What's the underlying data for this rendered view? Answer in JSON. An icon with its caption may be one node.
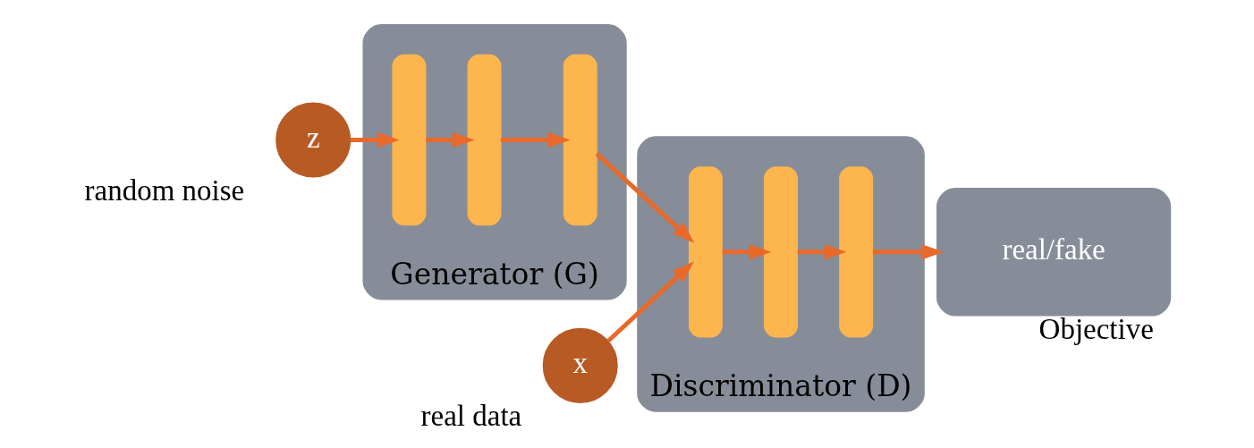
{
  "diagram": {
    "nodes": [
      {
        "text": [
          "z"
        ],
        "beside": [
          "random noise"
        ]
      },
      {
        "text": [
          "Generator (G)"
        ]
      },
      {
        "text": [],
        "shape": "bar",
        "in": 1
      },
      {
        "text": [],
        "shape": "bar",
        "in": 1
      },
      {
        "text": [],
        "shape": "bar",
        "in": 1
      },
      {
        "text": [
          "x"
        ],
        "beside": [
          "real data"
        ]
      },
      {
        "text": [
          "Discriminator (D)"
        ]
      },
      {
        "text": [],
        "shape": "bar",
        "in": 6
      },
      {
        "text": [],
        "shape": "bar",
        "in": 6
      },
      {
        "text": [],
        "shape": "bar",
        "in": 6
      },
      {
        "text": [
          "real/fake"
        ],
        "beside": [
          "Objective"
        ]
      }
    ],
    "edges": [
      {
        "from": 0,
        "to": 2,
        "arrow": "to"
      },
      {
        "from": 2,
        "to": 3,
        "arrow": "to"
      },
      {
        "from": 3,
        "to": 4,
        "arrow": "to"
      },
      {
        "from": 4,
        "to": 7,
        "arrow": "to"
      },
      {
        "from": 5,
        "to": 7,
        "arrow": "to"
      },
      {
        "from": 7,
        "to": 8,
        "arrow": "to"
      },
      {
        "from": 8,
        "to": 9,
        "arrow": "to"
      },
      {
        "from": 9,
        "to": 10,
        "arrow": "to"
      }
    ]
  }
}
